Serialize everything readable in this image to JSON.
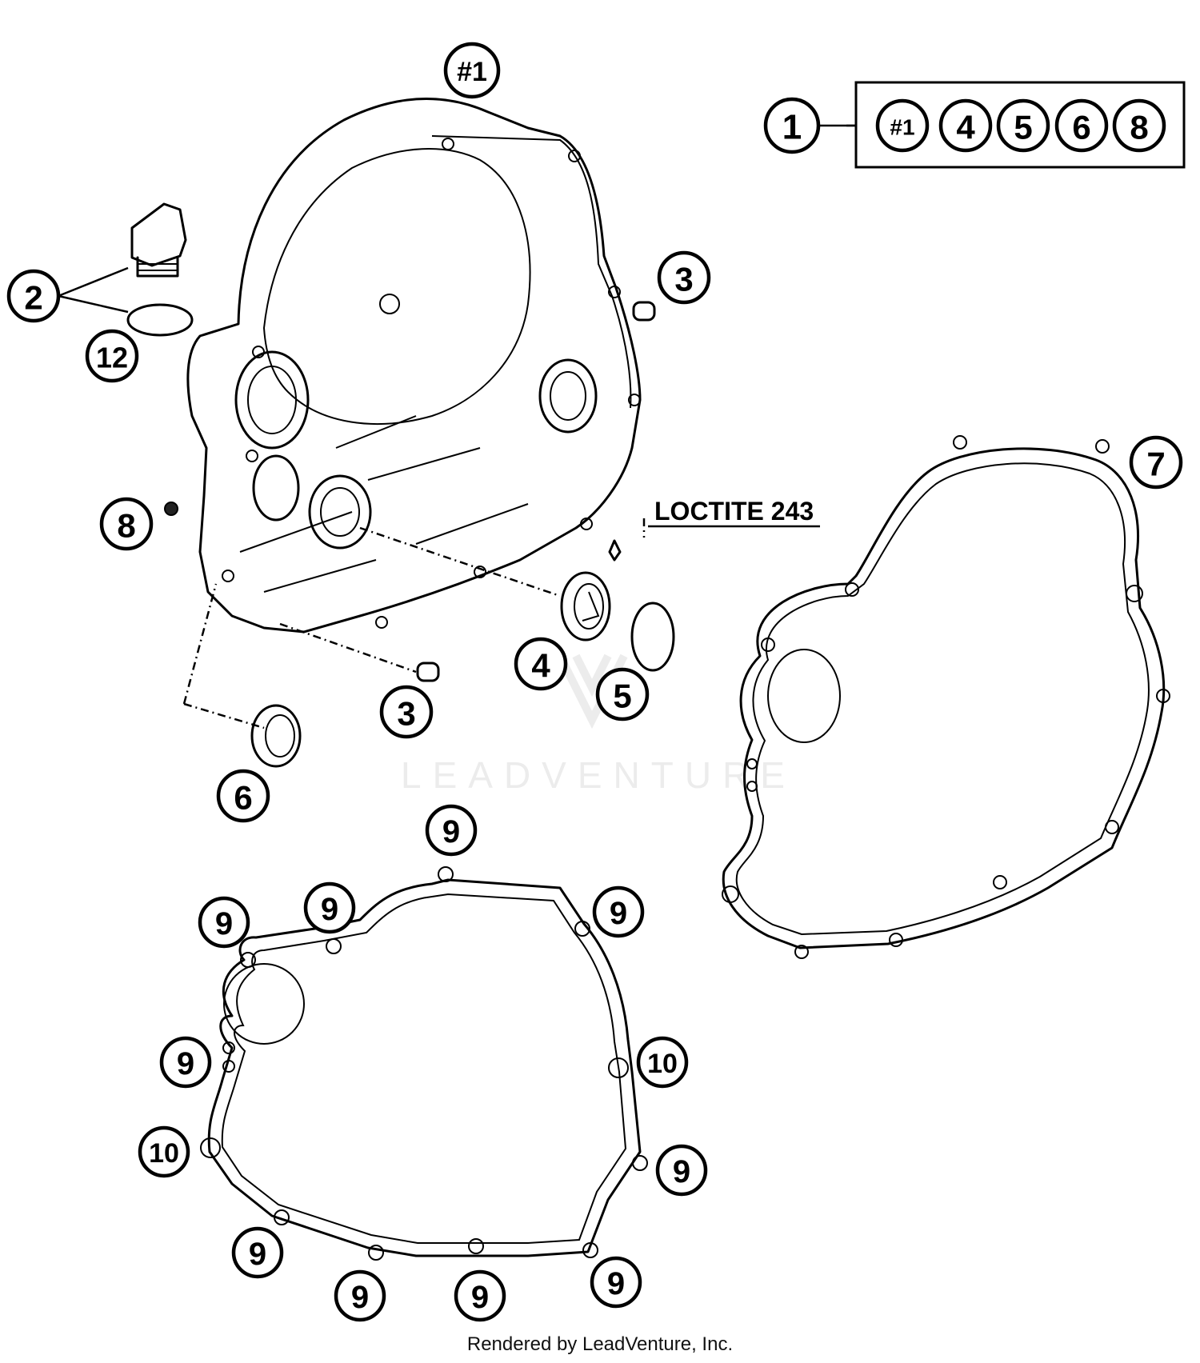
{
  "watermark": "LEADVENTURE",
  "footer": "Rendered by LeadVenture, Inc.",
  "note": "LOCTITE 243",
  "kit": {
    "parent": "1",
    "contents": [
      "#1",
      "4",
      "5",
      "6",
      "8"
    ]
  },
  "callouts": {
    "cover": "#1",
    "oil_plug": "2",
    "o_ring_plug": "12",
    "dowel_upper": "3",
    "dowel_lower": "3",
    "plug_small": "8",
    "shaft_seal_4": "4",
    "o_ring_5": "5",
    "seal_6": "6",
    "gasket": "7",
    "gasket_screws": [
      "9",
      "9",
      "9",
      "9",
      "9",
      "10",
      "10",
      "9",
      "9",
      "9",
      "9",
      "9"
    ]
  },
  "colors": {
    "line": "#000000",
    "watermark": "#ececec",
    "background": "#ffffff"
  }
}
